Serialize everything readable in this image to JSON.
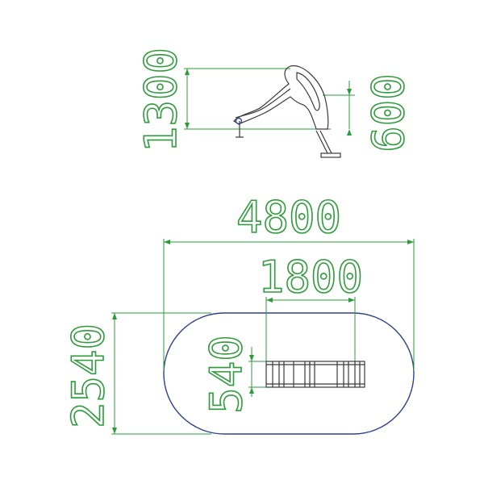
{
  "colors": {
    "dimension": "#2e9b3a",
    "outline": "#3a3a3a",
    "play_area": "#2d3f8f",
    "background": "#ffffff"
  },
  "dimensions": {
    "slide_height": "1300",
    "platform_height": "600",
    "total_length": "4800",
    "slide_width": "1800",
    "total_width": "2540",
    "step_width": "540"
  }
}
